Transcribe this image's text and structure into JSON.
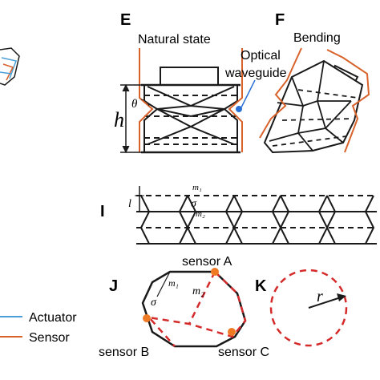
{
  "colors": {
    "actuator": "#4a9fd8",
    "sensor": "#d9622b",
    "sensor_dot": "#f07a24",
    "dashed_red": "#d42a2a",
    "line": "#1a1a1a"
  },
  "panels": {
    "E": {
      "label": "E",
      "title": "Natural state",
      "height_symbol": "h",
      "angle_symbol": "θ",
      "waveguide_label_line1": "Optical",
      "waveguide_label_line2": "waveguide"
    },
    "F": {
      "label": "F",
      "title": "Bending"
    },
    "I": {
      "label": "I",
      "l_symbol": "l",
      "m1": "m₁",
      "sigma": "σ",
      "m2": "m₂"
    },
    "J": {
      "label": "J",
      "sensor_a": "sensor A",
      "sensor_b": "sensor B",
      "sensor_c": "sensor C",
      "m1": "m₁",
      "m2": "m₂",
      "sigma": "σ"
    },
    "K": {
      "label": "K",
      "radius_symbol": "r"
    }
  },
  "legend": [
    {
      "label": "Actuator",
      "color": "#4a9fd8"
    },
    {
      "label": "Sensor",
      "color": "#d9622b"
    }
  ]
}
